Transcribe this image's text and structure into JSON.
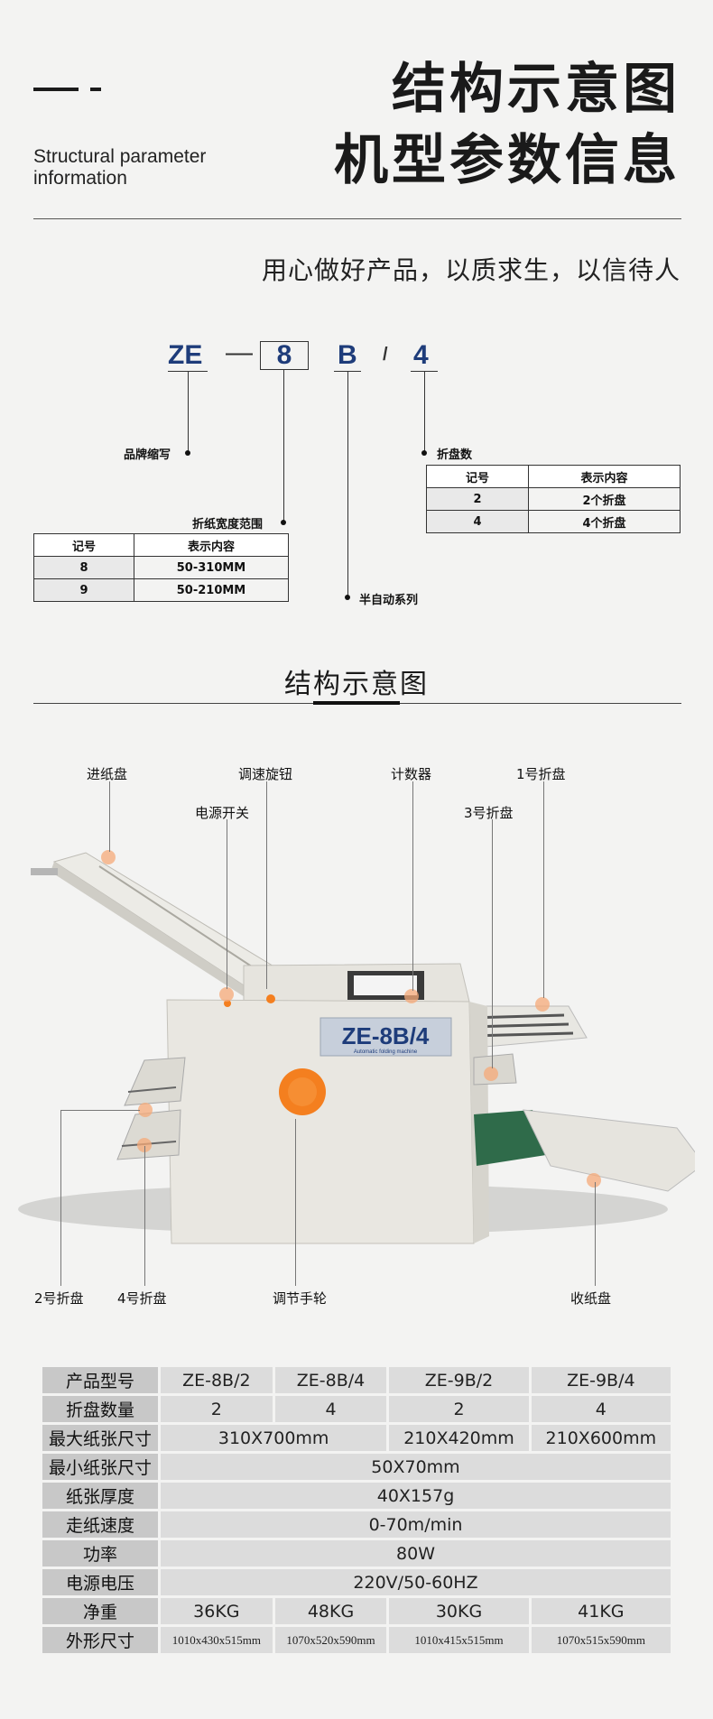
{
  "header": {
    "subtitle_en": "Structural parameter information",
    "title_line1": "结构示意图",
    "title_line2": "机型参数信息",
    "slogan": "用心做好产品，以质求生，以信待人"
  },
  "model_code": {
    "brand": "ZE",
    "dash": "—",
    "width_code": "8",
    "series": "B",
    "slash": "/",
    "trays": "4",
    "label_brand": "品牌缩写",
    "label_width": "折纸宽度范围",
    "label_series": "半自动系列",
    "label_trays": "折盘数",
    "width_table": {
      "headers": [
        "记号",
        "表示内容"
      ],
      "rows": [
        [
          "8",
          "50-310MM"
        ],
        [
          "9",
          "50-210MM"
        ]
      ]
    },
    "tray_table": {
      "headers": [
        "记号",
        "表示内容"
      ],
      "rows": [
        [
          "2",
          "2个折盘"
        ],
        [
          "4",
          "4个折盘"
        ]
      ]
    }
  },
  "diagram": {
    "section_title": "结构示意图",
    "machine_badge": "ZE-8B/4",
    "machine_badge_sub": "Automatic folding machine",
    "callouts": {
      "feed_tray": "进纸盘",
      "speed_knob": "调速旋钮",
      "power_switch": "电源开关",
      "counter": "计数器",
      "tray1": "1号折盘",
      "tray3": "3号折盘",
      "tray2": "2号折盘",
      "tray4": "4号折盘",
      "hand_wheel": "调节手轮",
      "output_tray": "收纸盘"
    }
  },
  "params": {
    "rows": [
      {
        "label": "产品型号",
        "cells": [
          "ZE-8B/2",
          "ZE-8B/4",
          "ZE-9B/2",
          "ZE-9B/4"
        ]
      },
      {
        "label": "折盘数量",
        "cells": [
          "2",
          "4",
          "2",
          "4"
        ]
      },
      {
        "label": "最大纸张尺寸",
        "cells": [
          "310X700mm",
          "210X420mm",
          "210X600mm"
        ]
      },
      {
        "label": "最小纸张尺寸",
        "cells": [
          "50X70mm"
        ]
      },
      {
        "label": "纸张厚度",
        "cells": [
          "40X157g"
        ]
      },
      {
        "label": "走纸速度",
        "cells": [
          "0-70m/min"
        ]
      },
      {
        "label": "功率",
        "cells": [
          "80W"
        ]
      },
      {
        "label": "电源电压",
        "cells": [
          "220V/50-60HZ"
        ]
      },
      {
        "label": "净重",
        "cells": [
          "36KG",
          "48KG",
          "30KG",
          "41KG"
        ]
      },
      {
        "label": "外形尺寸",
        "cells": [
          "1010x430x515mm",
          "1070x520x590mm",
          "1010x415x515mm",
          "1070x515x590mm"
        ]
      }
    ]
  },
  "colors": {
    "brand_blue": "#1e3c7a",
    "knob_orange": "#f47f1f",
    "machine_body": "#e8e6e0",
    "belt_green": "#2f6b4a"
  }
}
